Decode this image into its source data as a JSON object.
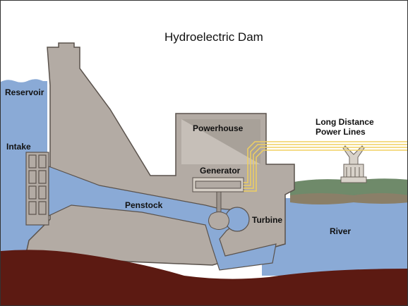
{
  "title": "Hydroelectric Dam",
  "labels": {
    "reservoir": "Reservoir",
    "intake": "Intake",
    "penstock": "Penstock",
    "powerhouse": "Powerhouse",
    "generator": "Generator",
    "turbine": "Turbine",
    "power_lines_line1": "Long Distance",
    "power_lines_line2": "Power Lines",
    "river": "River"
  },
  "colors": {
    "water": "#8aaad6",
    "concrete": "#b3aba4",
    "concrete_outline": "#5a524c",
    "powerhouse_wall": "#a8a199",
    "ground": "#5c1a12",
    "grass": "#6f8a6a",
    "power_lines": "#f0d060",
    "generator": "#d6cfc6"
  }
}
